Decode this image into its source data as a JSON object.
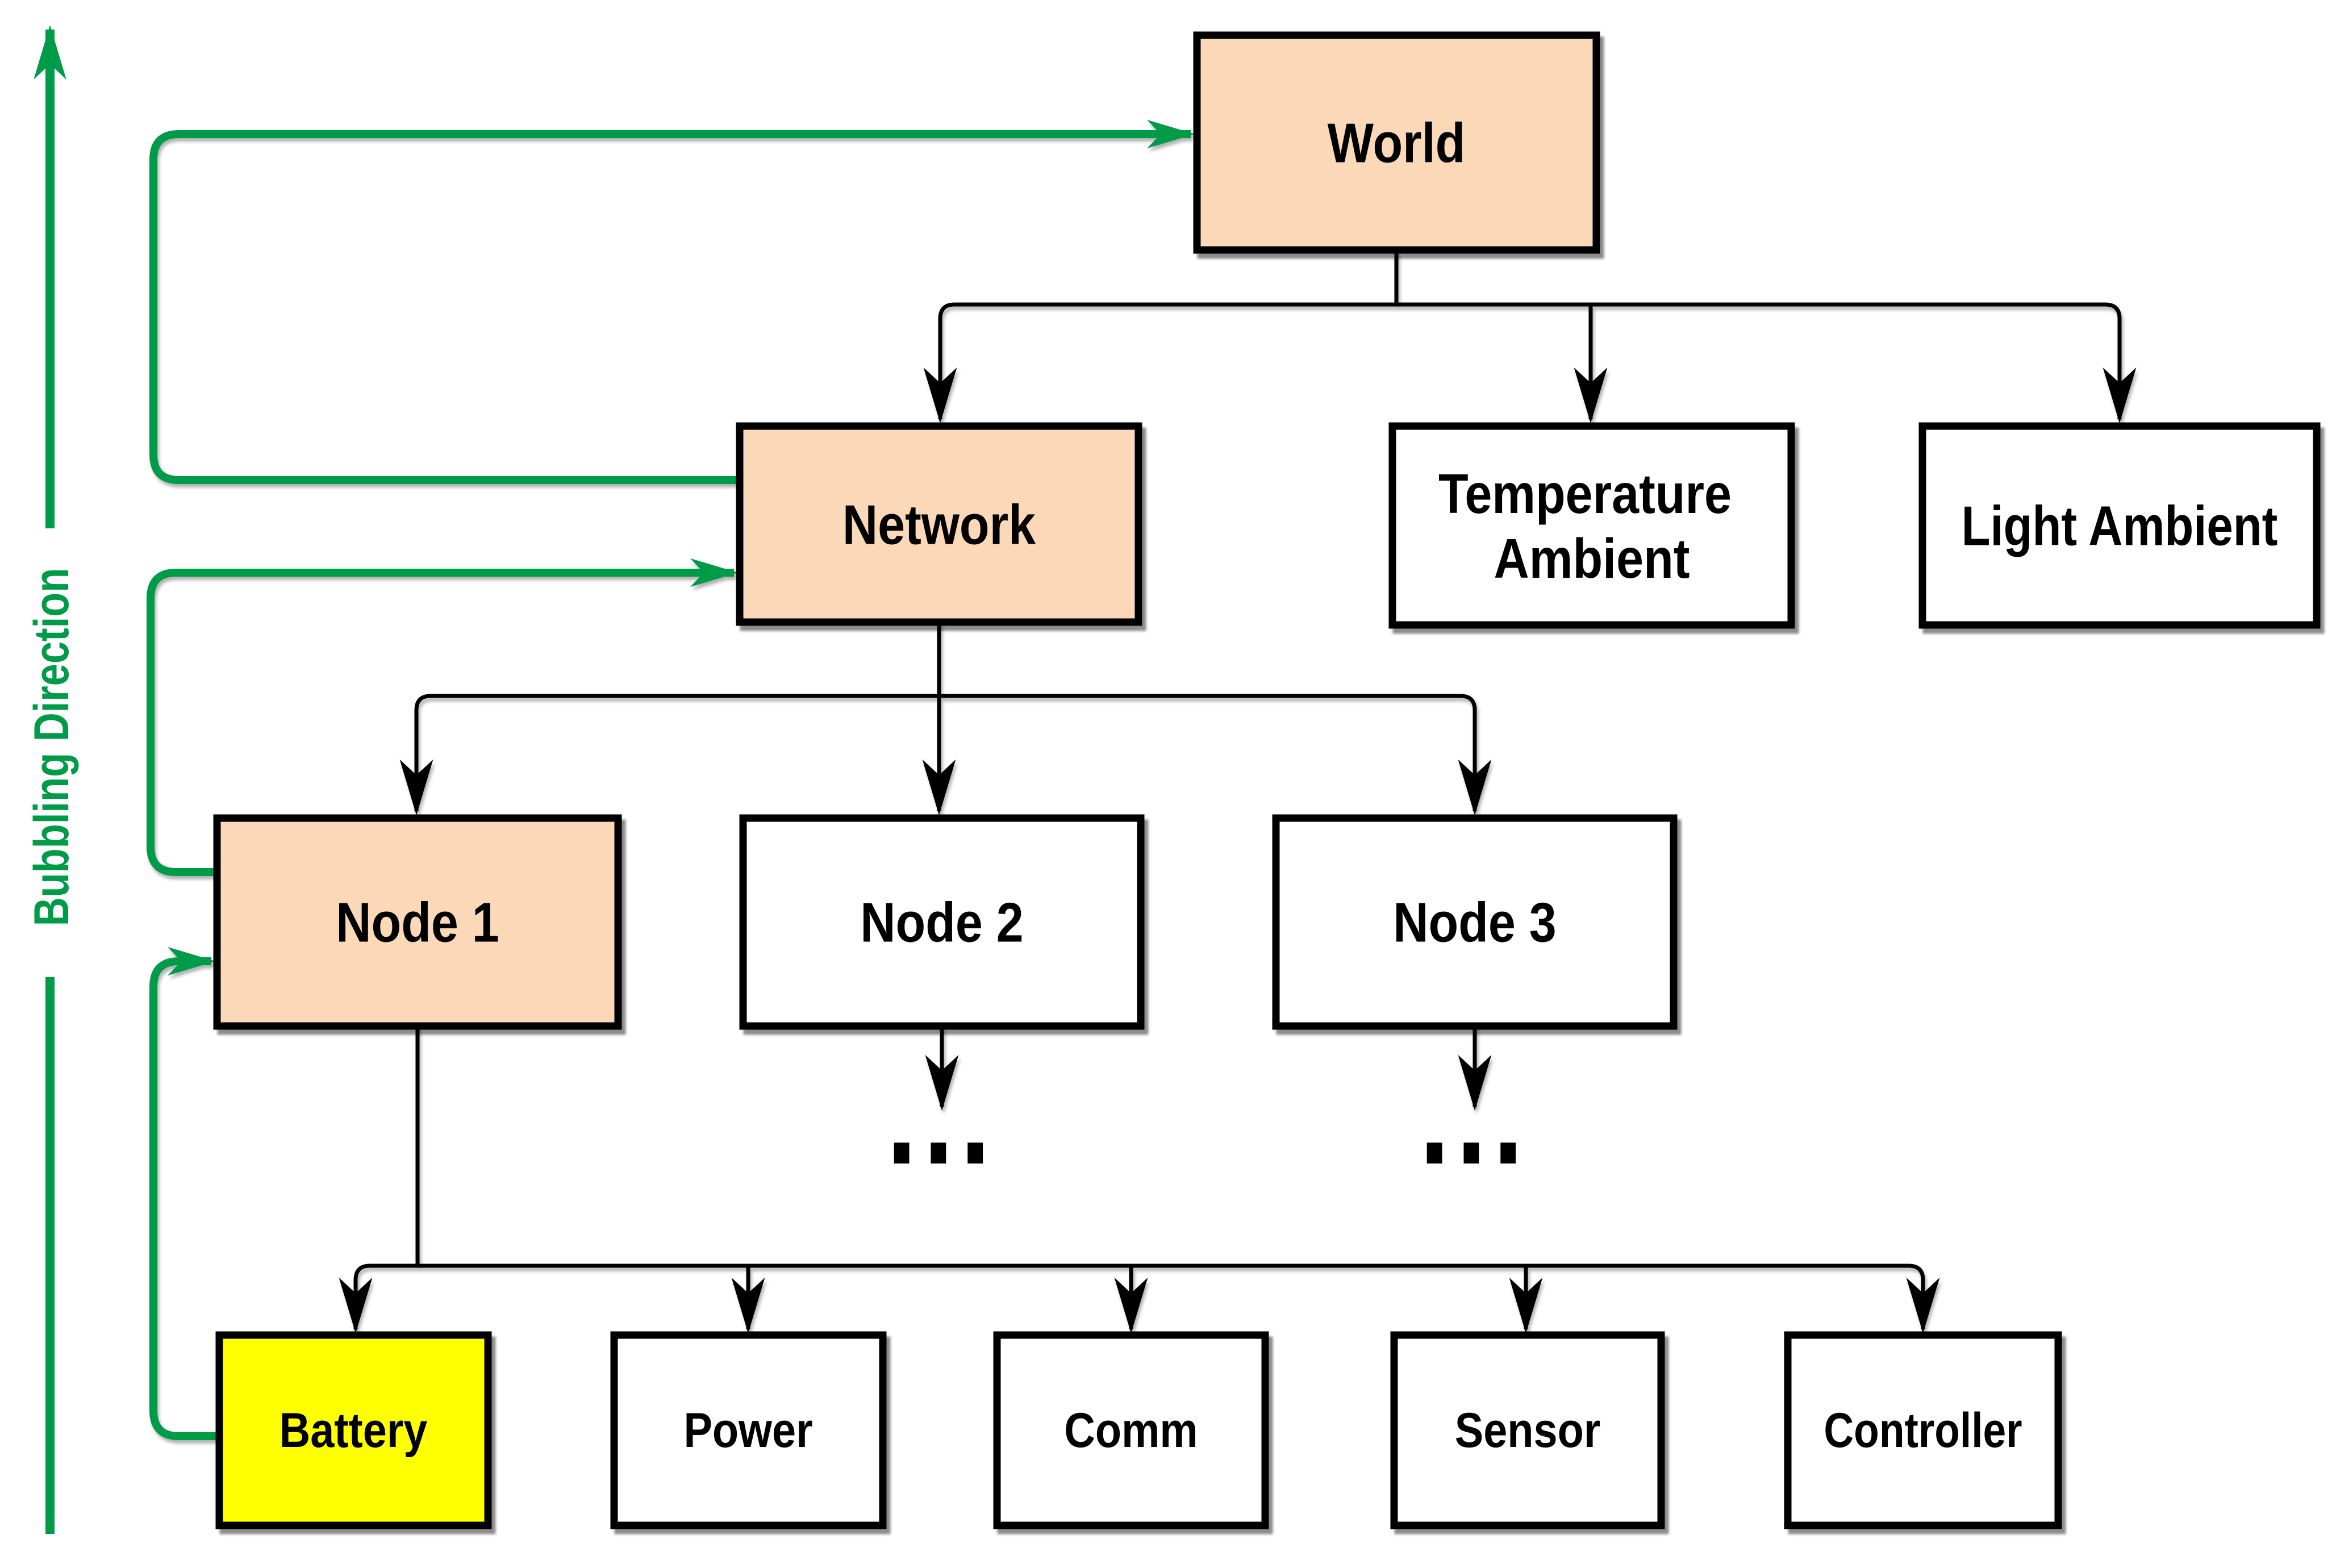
{
  "colors": {
    "peach": "#FAD8B8",
    "yellow": "#FFFF00",
    "white": "#FFFFFF",
    "green": "#009B48",
    "black": "#000000"
  },
  "bubbling_axis": {
    "label": "Bubbling Direction"
  },
  "boxes": {
    "world": {
      "label": "World"
    },
    "network": {
      "label": "Network"
    },
    "temperature_ambient": {
      "line1": "Temperature",
      "line2": "Ambient"
    },
    "light_ambient": {
      "label": "Light Ambient"
    },
    "node1": {
      "label": "Node 1"
    },
    "node2": {
      "label": "Node 2"
    },
    "node3": {
      "label": "Node 3"
    },
    "battery": {
      "label": "Battery"
    },
    "power": {
      "label": "Power"
    },
    "comm": {
      "label": "Comm"
    },
    "sensor": {
      "label": "Sensor"
    },
    "controller": {
      "label": "Controller"
    }
  },
  "ellipsis": "..."
}
